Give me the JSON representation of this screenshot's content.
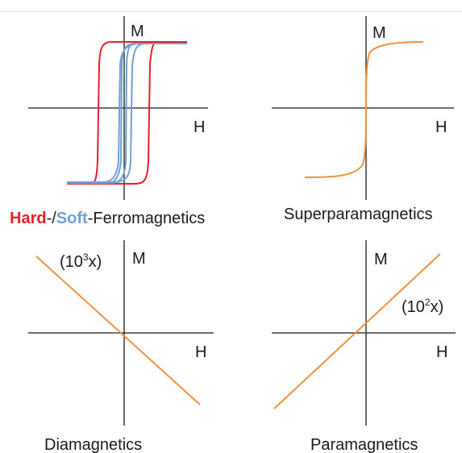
{
  "colors": {
    "hard": "#e8202a",
    "soft": "#6fa1d4",
    "curve": "#f0913f",
    "axis": "#1a1a1a"
  },
  "panels": {
    "ferro": {
      "m_label": "M",
      "h_label": "H",
      "caption_hard": "Hard",
      "caption_sep": "-/",
      "caption_soft": "Soft",
      "caption_rest": "-Ferromagnetics"
    },
    "superpara": {
      "m_label": "M",
      "h_label": "H",
      "caption": "Superparamagnetics"
    },
    "dia": {
      "m_label": "M",
      "h_label": "H",
      "scale_open": "(10",
      "scale_exp": "3",
      "scale_close": "x)",
      "caption": "Diamagnetics"
    },
    "para": {
      "m_label": "M",
      "h_label": "H",
      "scale_open": "(10",
      "scale_exp": "2",
      "scale_close": "x)",
      "caption": "Paramagnetics"
    }
  }
}
